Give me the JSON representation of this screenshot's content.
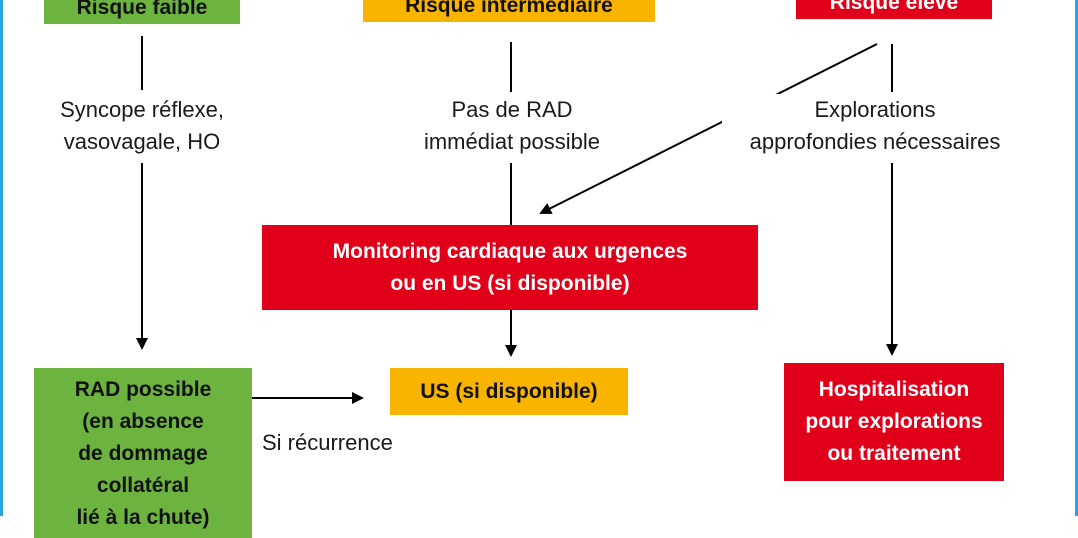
{
  "colors": {
    "green": "#6db33f",
    "yellow": "#f9b400",
    "red": "#e1001a",
    "frame": "#29a3e0"
  },
  "header_boxes": {
    "low": "Risque faible",
    "intermediate": "Risque intermédiaire",
    "high": "Risque élevé"
  },
  "labels": {
    "low_branch": "Syncope réflexe,\nvasovagale, HO",
    "intermediate_branch": "Pas de RAD\nimmédiat possible",
    "high_branch": "Explorations\napprofondies nécessaires",
    "recurrence": "Si récurrence"
  },
  "boxes": {
    "monitoring": "Monitoring cardiaque aux urgences\nou en US (si disponible)",
    "us": "US (si disponible)",
    "rad": "RAD possible\n(en absence\nde dommage\ncollatéral\nlié à la chute)",
    "hospital": "Hospitalisation\npour explorations\nou traitement"
  }
}
